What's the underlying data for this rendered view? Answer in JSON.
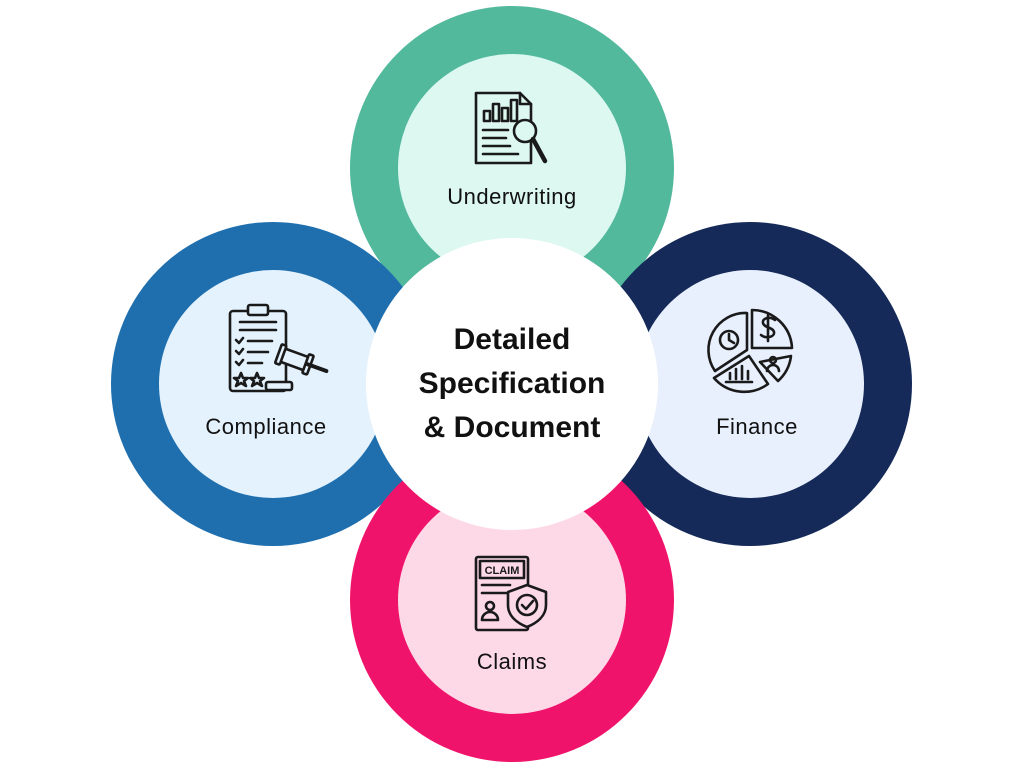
{
  "center": {
    "line1": "Detailed",
    "line2": "Specification",
    "line3": "& Document"
  },
  "nodes": {
    "underwriting": {
      "label": "Underwriting",
      "ring": "#52b99c",
      "fill": "#dcf8f0",
      "icon": "report-magnifier-icon"
    },
    "compliance": {
      "label": "Compliance",
      "ring": "#1f6fae",
      "fill": "#e4f2fd",
      "icon": "clipboard-gavel-icon"
    },
    "finance": {
      "label": "Finance",
      "ring": "#152a59",
      "fill": "#e8effd",
      "icon": "pie-chart-dollar-icon"
    },
    "claims": {
      "label": "Claims",
      "ring": "#f0136b",
      "fill": "#fdd8e6",
      "icon": "claim-shield-icon",
      "icon_text": "CLAIM"
    }
  }
}
